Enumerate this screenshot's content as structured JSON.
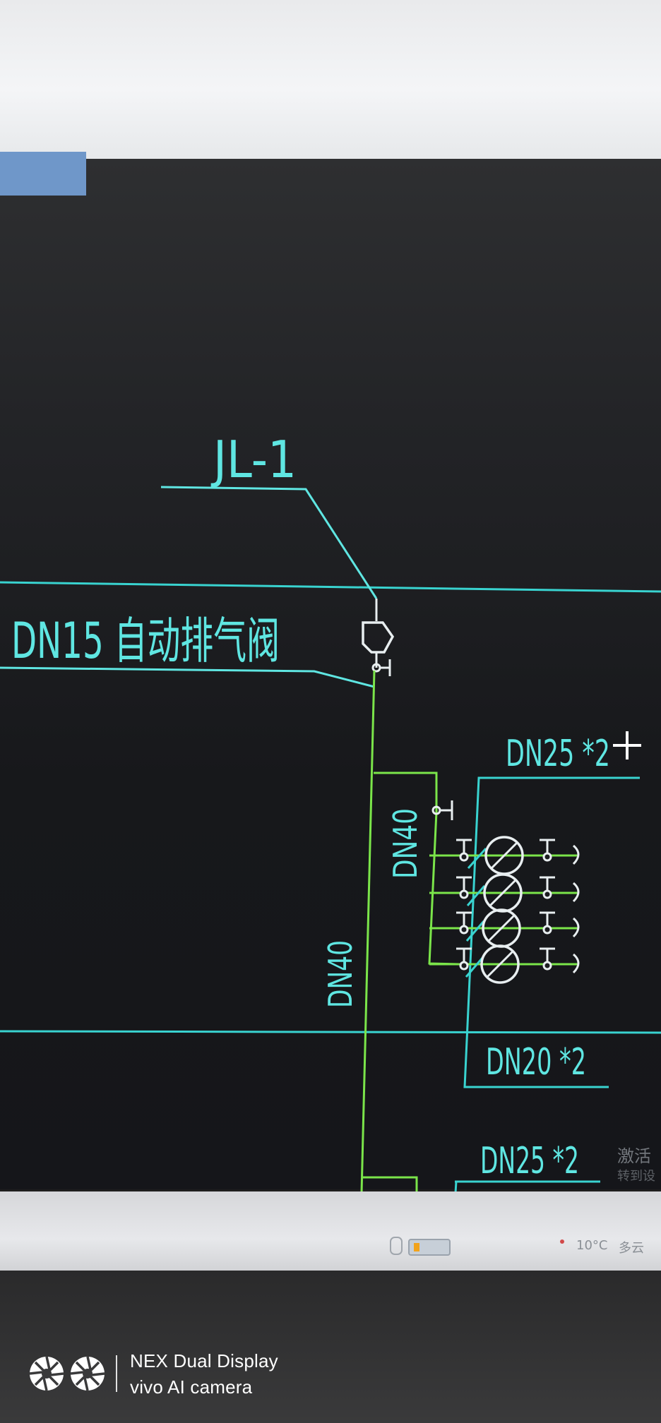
{
  "diagram": {
    "riser_tag": "JL-1",
    "air_valve_label": "DN15 自动排气阀",
    "branch_top_label": "DN25 *2",
    "riser_size_upper": "DN40",
    "riser_size_lower": "DN40",
    "branch_mid_label": "DN20 *2",
    "branch_bottom_label": "DN25 *2",
    "activation_text": "激活",
    "activation_subtext": "转到设",
    "colors": {
      "cyan_pipe": "#39d3d0",
      "green_pipe": "#7be54a",
      "annotation_cyan": "#5fe6e2",
      "valve_white": "#e8eef0",
      "background": "#16171a"
    }
  },
  "taskbar": {
    "temperature": "10°C",
    "weather": "多云"
  },
  "watermark": {
    "line1": "NEX Dual Display",
    "line2": "vivo AI camera"
  }
}
